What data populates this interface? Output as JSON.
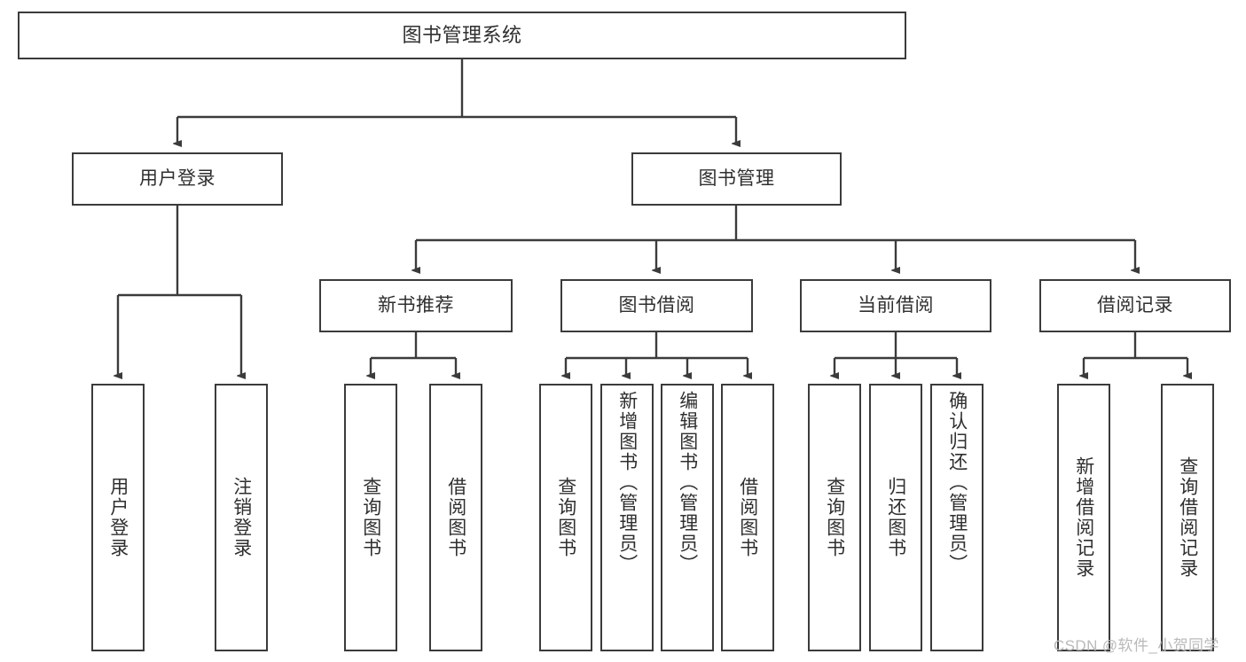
{
  "diagram": {
    "title": "图书管理系统",
    "type": "hierarchy-tree",
    "root": {
      "label": "图书管理系统"
    },
    "level1": [
      {
        "label": "用户登录"
      },
      {
        "label": "图书管理"
      }
    ],
    "level2": [
      {
        "label": "新书推荐"
      },
      {
        "label": "图书借阅"
      },
      {
        "label": "当前借阅"
      },
      {
        "label": "借阅记录"
      }
    ],
    "leaves": {
      "user_login": [
        {
          "label": "用户登录"
        },
        {
          "label": "注销登录"
        }
      ],
      "new_book_recommend": [
        {
          "label": "查询图书"
        },
        {
          "label": "借阅图书"
        }
      ],
      "book_borrow": [
        {
          "label": "查询图书"
        },
        {
          "label": "新增图书（管理员）"
        },
        {
          "label": "编辑图书（管理员）"
        },
        {
          "label": "借阅图书"
        }
      ],
      "current_borrow": [
        {
          "label": "查询图书"
        },
        {
          "label": "归还图书"
        },
        {
          "label": "确认归还（管理员）"
        }
      ],
      "borrow_record": [
        {
          "label": "新增借阅记录"
        },
        {
          "label": "查询借阅记录"
        }
      ]
    },
    "watermark": "CSDN @软件_小贺同学",
    "colors": {
      "box_border": "#3b3b3b",
      "box_fill": "#ffffff",
      "text": "#2f2f2f",
      "connector": "#3b3b3b",
      "watermark": "#b9b9b9",
      "background": "#ffffff"
    }
  }
}
